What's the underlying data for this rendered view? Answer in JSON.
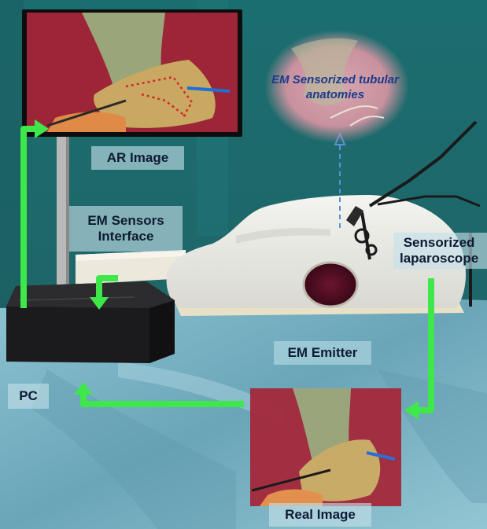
{
  "labels": {
    "ar_image": "AR Image",
    "em_sensors_interface": "EM Sensors\nInterface",
    "sensorized_laparoscope": "Sensorized\nlaparoscope",
    "em_emitter": "EM Emitter",
    "pc": "PC",
    "real_image": "Real Image",
    "em_sensorized_tubular": "EM Sensorized tubular\nanatomies"
  },
  "colors": {
    "wall": "#1f6b6b",
    "table_cloth": "#7fb6c6",
    "arrow": "#3ee84a",
    "tissue_red": "#a8303c",
    "tissue_yellow": "#c9a95a",
    "tissue_green": "#8f9a6a"
  }
}
